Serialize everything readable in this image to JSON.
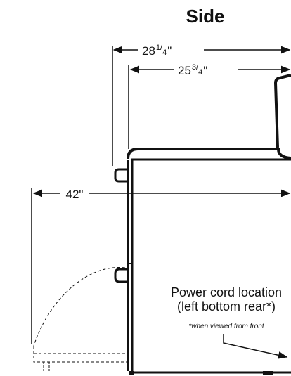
{
  "title": "Side",
  "dimensions": {
    "overall_depth": {
      "whole": "28",
      "frac_num": "1",
      "frac_den": "4",
      "unit": "\""
    },
    "body_depth": {
      "whole": "25",
      "frac_num": "3",
      "frac_den": "4",
      "unit": "\""
    },
    "door_open_depth": {
      "text": "42\""
    }
  },
  "power_cord": {
    "line1": "Power cord location",
    "line2": "(left bottom rear*)",
    "note": "*when viewed from front"
  },
  "colors": {
    "line": "#111111",
    "background": "#ffffff"
  }
}
